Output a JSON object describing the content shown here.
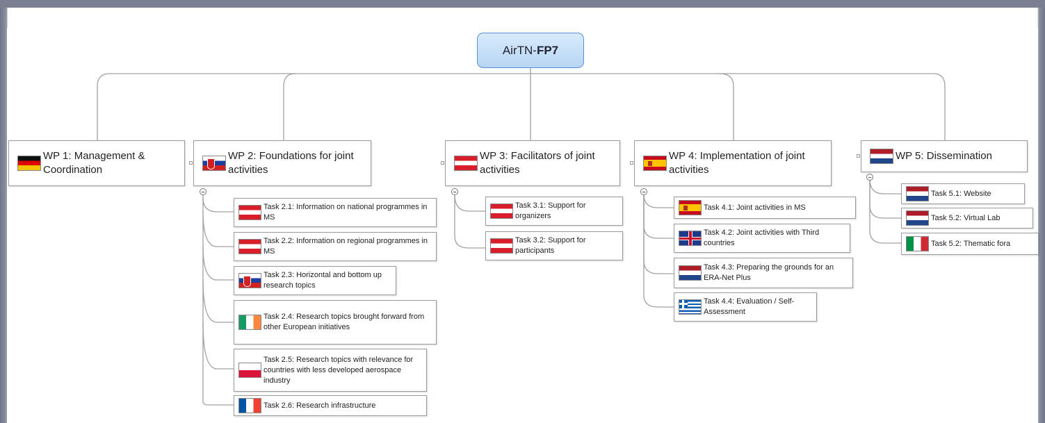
{
  "root": {
    "prefix": "AirTN-",
    "suffix": "FP7"
  },
  "work_packages": [
    {
      "label": "WP 1: Management & Coordination",
      "flag": "germany-flag"
    },
    {
      "label": "WP 2: Foundations for joint activities",
      "flag": "slovakia-flag"
    },
    {
      "label": "WP 3: Facilitators of joint activities",
      "flag": "austria-flag"
    },
    {
      "label": "WP 4: Implementation of joint activities",
      "flag": "spain-flag"
    },
    {
      "label": "WP 5: Dissemination",
      "flag": "netherlands-flag"
    }
  ],
  "wp2_tasks": [
    {
      "label": "Task 2.1: Information on national programmes in MS",
      "flag": "austria-flag"
    },
    {
      "label": "Task 2.2: Information on regional programmes in MS",
      "flag": "austria-flag"
    },
    {
      "label": "Task 2.3: Horizontal and bottom up research topics",
      "flag": "slovakia-flag"
    },
    {
      "label": "Task 2.4: Research topics brought forward from other European initiatives",
      "flag": "ireland-flag"
    },
    {
      "label": "Task 2.5: Research topics with relevance for countries with less developed aerospace industry",
      "flag": "poland-flag"
    },
    {
      "label": "Task 2.6: Research infrastructure",
      "flag": "france-flag"
    }
  ],
  "wp3_tasks": [
    {
      "label": "Task 3.1: Support for organizers",
      "flag": "austria-flag"
    },
    {
      "label": "Task 3.2: Support for participants",
      "flag": "austria-flag"
    }
  ],
  "wp4_tasks": [
    {
      "label": "Task 4.1: Joint activities in MS",
      "flag": "spain-flag"
    },
    {
      "label": "Task 4.2: Joint activities with Third countries",
      "flag": "uk-flag"
    },
    {
      "label": "Task 4.3: Preparing the grounds for an ERA-Net Plus",
      "flag": "netherlands-flag"
    },
    {
      "label": "Task 4.4: Evaluation / Self-Assessment",
      "flag": "greece-flag"
    }
  ],
  "wp5_tasks": [
    {
      "label": "Task 5.1: Website",
      "flag": "netherlands-flag"
    },
    {
      "label": "Task 5.2: Virtual Lab",
      "flag": "netherlands-flag"
    },
    {
      "label": "Task 5.2: Thematic fora",
      "flag": "italy-flag"
    }
  ]
}
